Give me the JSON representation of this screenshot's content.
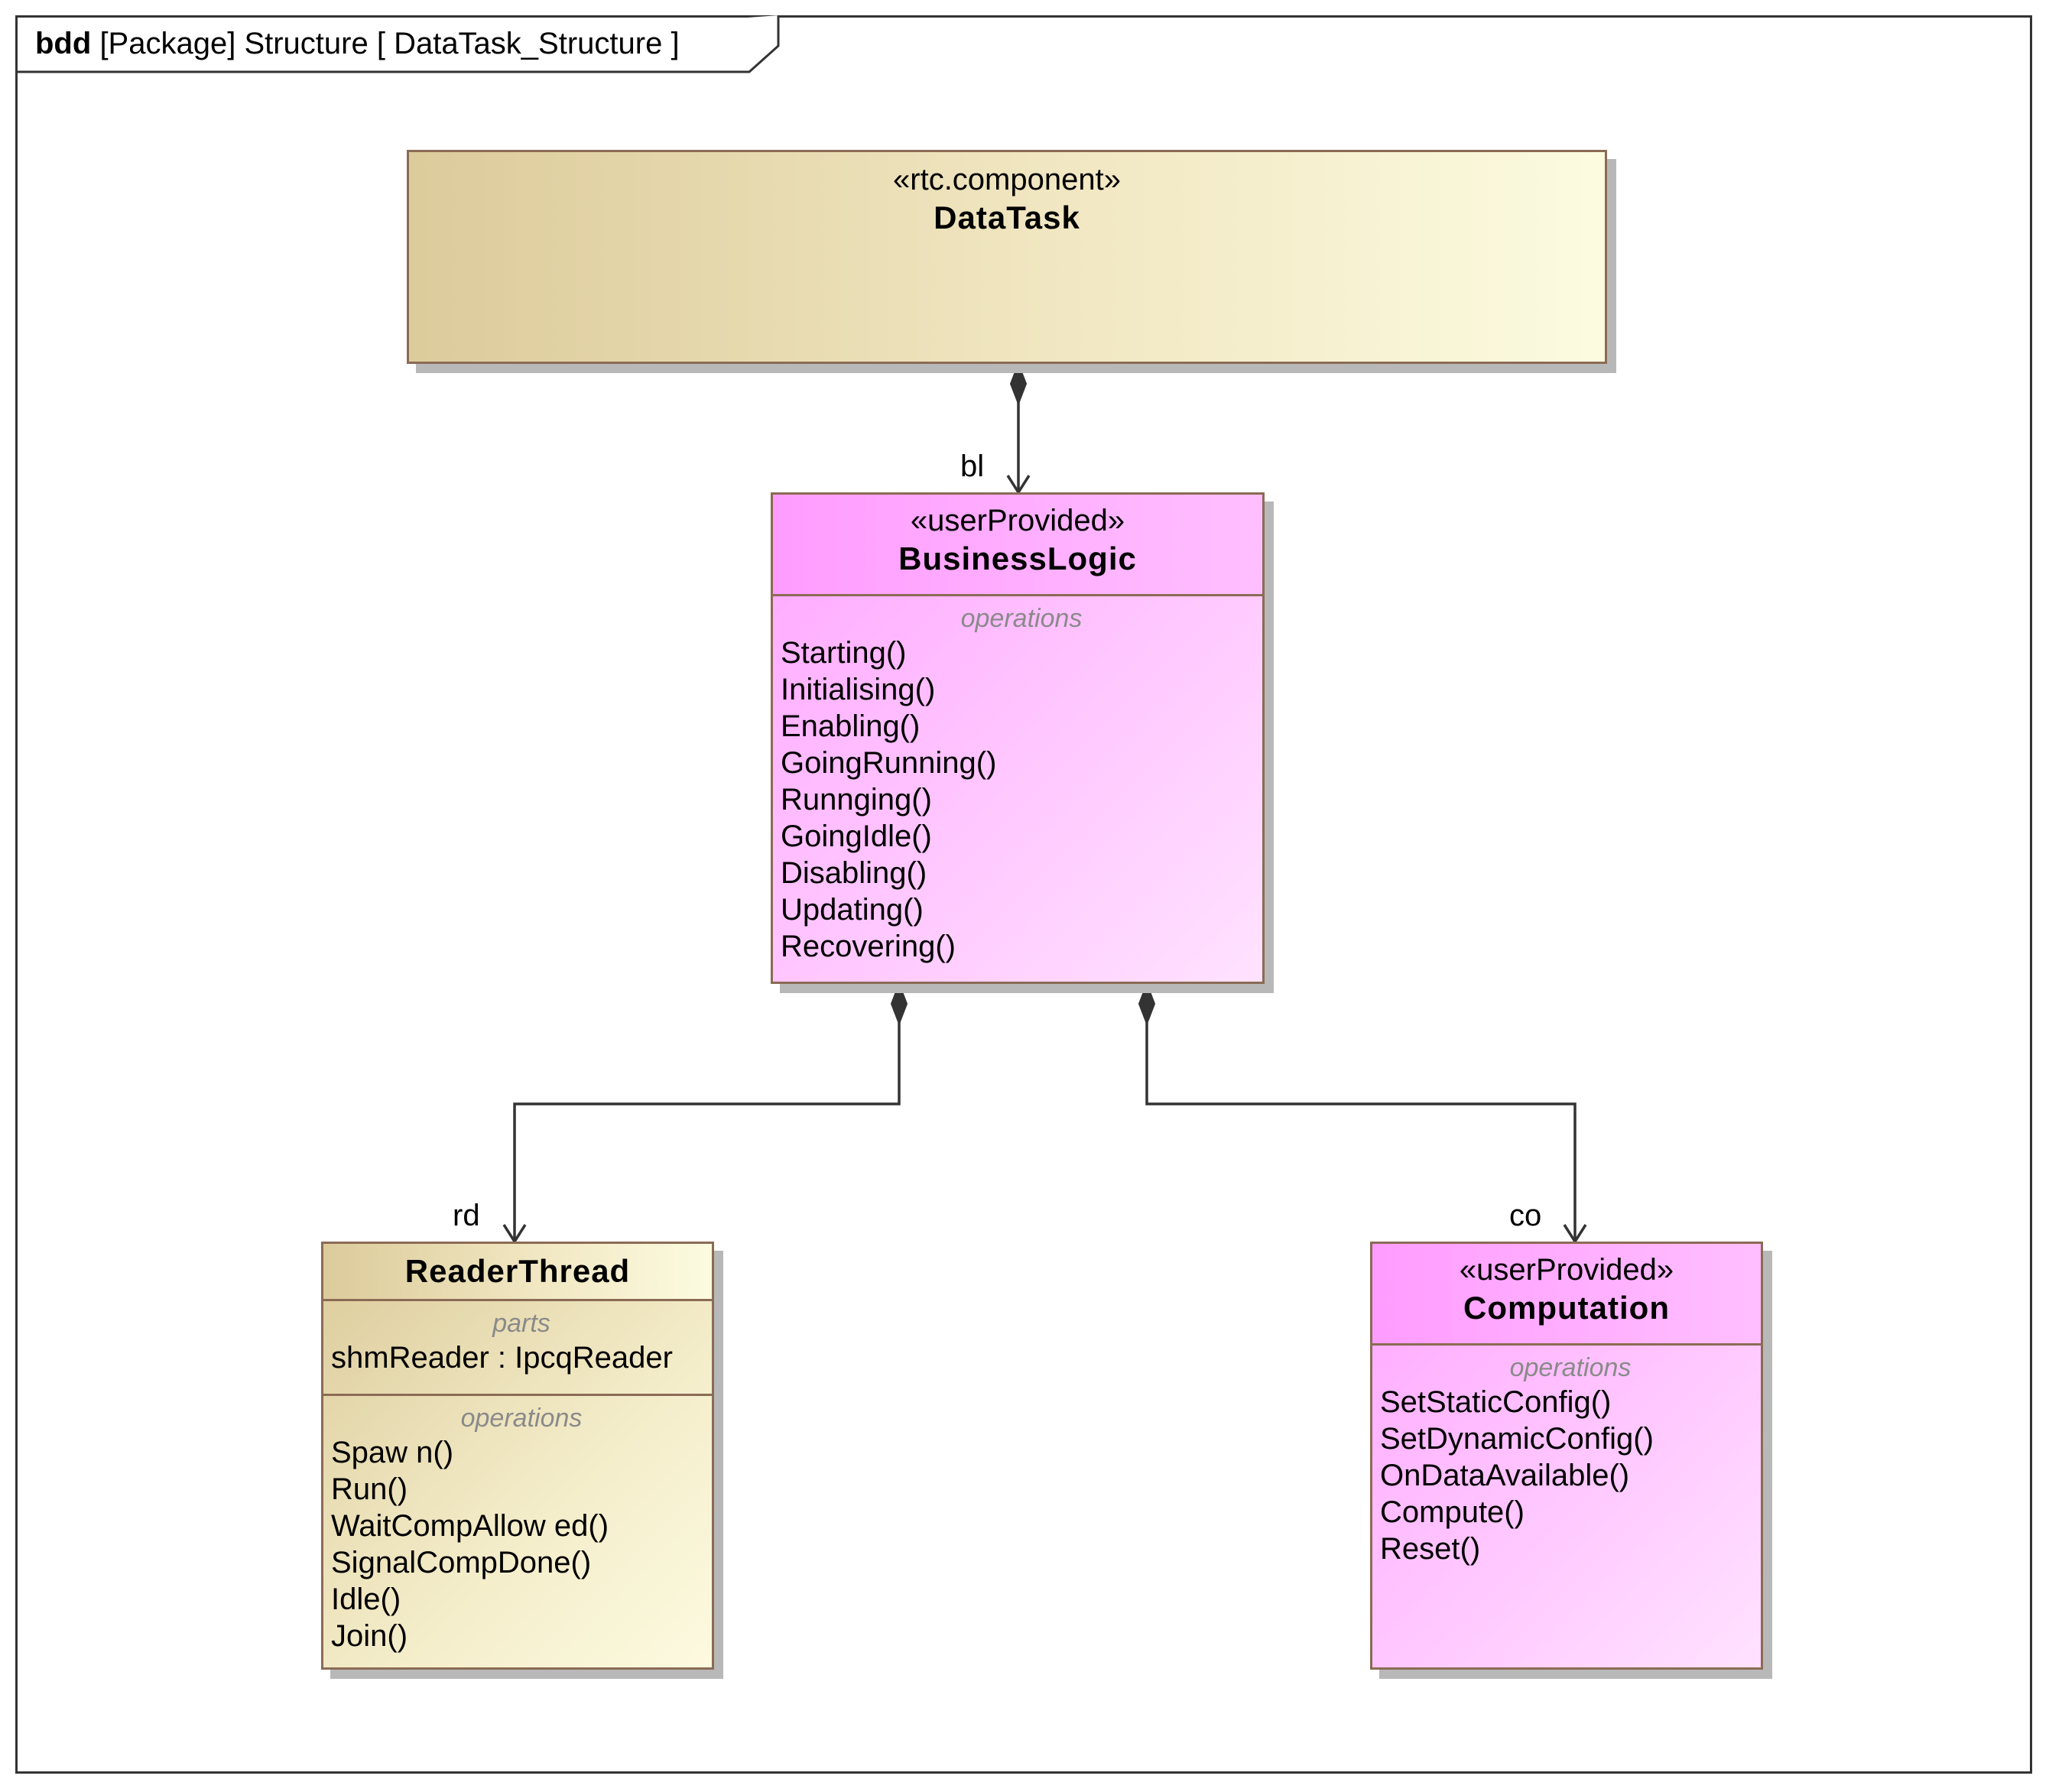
{
  "frame": {
    "kind": "bdd",
    "title": "[Package] Structure [ DataTask_Structure ]"
  },
  "blocks": {
    "datatask": {
      "stereotype": "«rtc.component»",
      "name": "DataTask"
    },
    "businesslogic": {
      "stereotype": "«userProvided»",
      "name": "BusinessLogic",
      "operations_title": "operations",
      "operations": [
        "Starting()",
        "Initialising()",
        "Enabling()",
        "GoingRunning()",
        "Runnging()",
        "GoingIdle()",
        "Disabling()",
        "Updating()",
        "Recovering()"
      ]
    },
    "readerthread": {
      "name": "ReaderThread",
      "parts_title": "parts",
      "parts": [
        "shmReader : IpcqReader"
      ],
      "operations_title": "operations",
      "operations": [
        "Spaw n()",
        "Run()",
        "WaitCompAllow ed()",
        "SignalCompDone()",
        "Idle()",
        "Join()"
      ]
    },
    "computation": {
      "stereotype": "«userProvided»",
      "name": "Computation",
      "operations_title": "operations",
      "operations": [
        "SetStaticConfig()",
        "SetDynamicConfig()",
        "OnDataAvailable()",
        "Compute()",
        "Reset()"
      ]
    }
  },
  "roles": {
    "bl": "bl",
    "rd": "rd",
    "co": "co"
  }
}
